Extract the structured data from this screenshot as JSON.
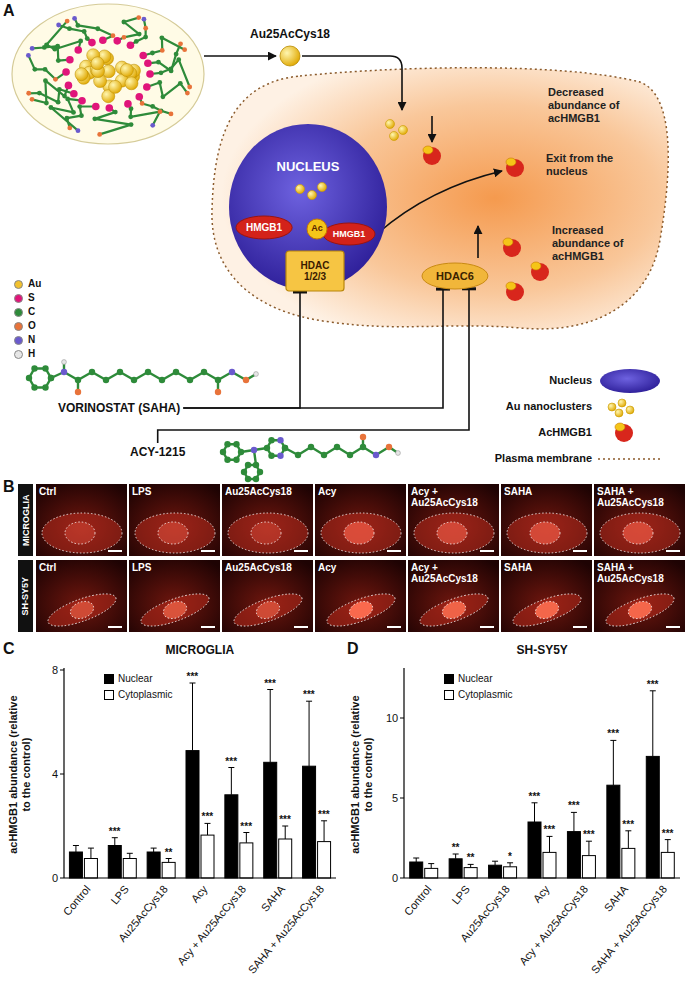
{
  "diagram": {
    "nodes": [
      {
        "text": [
          "NUCLEUS"
        ]
      },
      {
        "text": [
          "HMGB1"
        ],
        "in": 0
      },
      {
        "text": [
          "Ac",
          "HMGB1"
        ],
        "in": 0
      },
      {
        "text": [
          "HDAC 1/2/3"
        ],
        "in": 0
      },
      {
        "text": [
          "HDAC6"
        ]
      },
      {
        "text": [
          "VORINOSTAT (SAHA)"
        ]
      },
      {
        "text": [
          "ACY-1215"
        ]
      }
    ],
    "edges": [
      {
        "from": 5,
        "to": 3,
        "arrow": "to"
      },
      {
        "from": 5,
        "to": 4,
        "arrow": "to"
      },
      {
        "from": 6,
        "to": 4,
        "arrow": "to"
      }
    ],
    "labels": [
      "A",
      "Au25AcCys18",
      "Decreased abundance of acHMGB1",
      "Exit from the nucleus",
      "Increased abundance of acHMGB1",
      "B",
      "MICROGLIA",
      "SH-SY5Y",
      "Ctrl",
      "LPS",
      "Au25AcCys18",
      "Acy",
      "Acy + Au25AcCys18",
      "SAHA",
      "SAHA + Au25AcCys18",
      "Ctrl",
      "LPS",
      "Au25AcCys18",
      "Acy",
      "Acy + Au25AcCys18",
      "SAHA",
      "SAHA + Au25AcCys18",
      "C",
      "MICROGLIA",
      "acHMGB1 abundance (relative to the control)",
      "0",
      "4",
      "8",
      "Control",
      "LPS",
      "Au25AcCys18",
      "Acy",
      "Acy + Au25AcCys18",
      "SAHA",
      "SAHA + Au25AcCys18",
      "***",
      "**",
      "***",
      "***",
      "***",
      "***",
      "***",
      "***",
      "***",
      "***",
      "D",
      "SH-SY5Y",
      "acHMGB1 abundance (relative to the control)",
      "0",
      "5",
      "10",
      "Control",
      "LPS",
      "Au25AcCys18",
      "Acy",
      "Acy + Au25AcCys18",
      "SAHA",
      "SAHA + Au25AcCys18",
      "**",
      "**",
      "*",
      "***",
      "***",
      "***",
      "***",
      "***",
      "***",
      "***",
      "***"
    ],
    "legend": [
      {
        "text": "Au",
        "color": "#f2c12e"
      },
      {
        "text": "S",
        "color": "#e0157a"
      },
      {
        "text": "C",
        "color": "#2e8b3a"
      },
      {
        "text": "O",
        "color": "#e8733a"
      },
      {
        "text": "N",
        "color": "#6a5acd"
      },
      {
        "text": "H",
        "color": "#e6e6e6"
      },
      {
        "text": "Nucleus"
      },
      {
        "text": "Au nanoclusters"
      },
      {
        "text": "AcHMGB1"
      },
      {
        "text": "Plasma membrane"
      },
      {
        "text": "Nuclear",
        "color": "#000000"
      },
      {
        "text": "Cytoplasmic",
        "color": "#ffffff"
      },
      {
        "text": "Nuclear",
        "color": "#000000"
      },
      {
        "text": "Cytoplasmic",
        "color": "#ffffff"
      }
    ]
  }
}
